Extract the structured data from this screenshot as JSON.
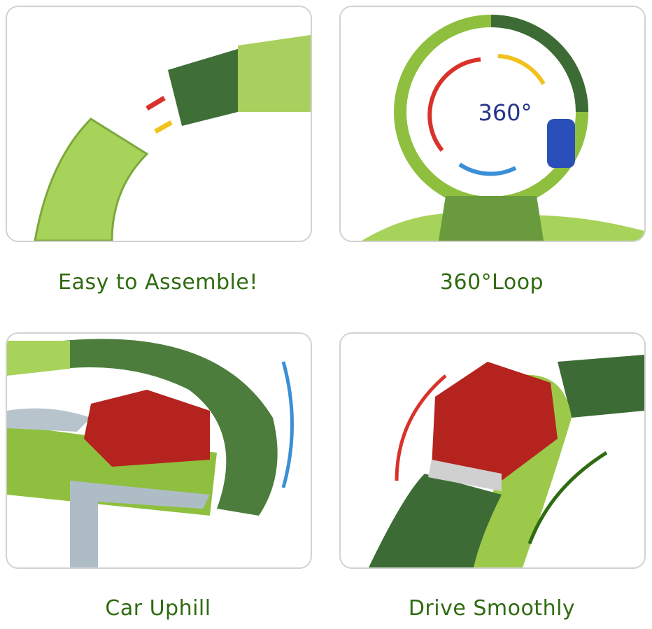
{
  "panels": [
    {
      "caption": "Easy to Assemble!"
    },
    {
      "caption": "360°Loop",
      "label": "360°"
    },
    {
      "caption": "Car Uphill"
    },
    {
      "caption": "Drive Smoothly"
    }
  ],
  "colors": {
    "caption": "#2f6b10",
    "track_light": "#9cc94a",
    "track_dark": "#3d6b35",
    "car": "#b5231f",
    "border": "#d2d2d2"
  }
}
